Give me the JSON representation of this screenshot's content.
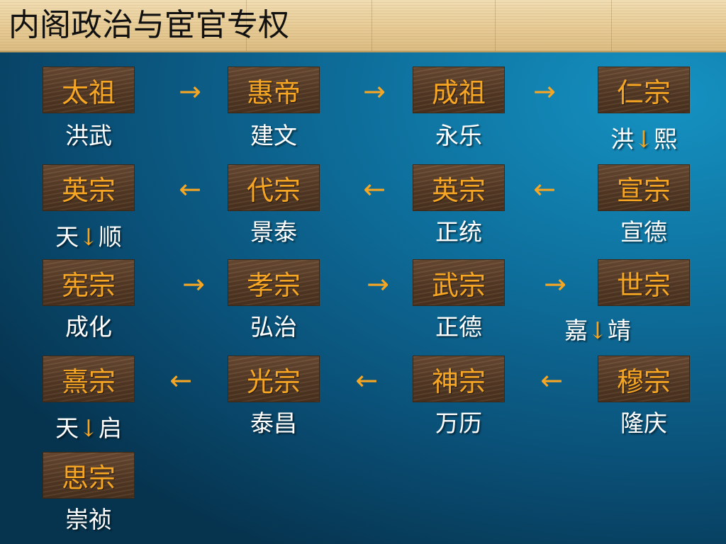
{
  "title": "内阁政治与宦官专权",
  "arrows": {
    "right": "→",
    "left": "←",
    "down": "↓"
  },
  "emperors": [
    {
      "name": "太祖",
      "era": "洪武",
      "era_a": "",
      "era_b": ""
    },
    {
      "name": "惠帝",
      "era": "建文",
      "era_a": "",
      "era_b": ""
    },
    {
      "name": "成祖",
      "era": "永乐",
      "era_a": "",
      "era_b": ""
    },
    {
      "name": "仁宗",
      "era": "",
      "era_a": "洪",
      "era_b": "熙"
    },
    {
      "name": "宣宗",
      "era": "宣德",
      "era_a": "",
      "era_b": ""
    },
    {
      "name": "英宗",
      "era": "正统",
      "era_a": "",
      "era_b": ""
    },
    {
      "name": "代宗",
      "era": "景泰",
      "era_a": "",
      "era_b": ""
    },
    {
      "name": "英宗",
      "era": "",
      "era_a": "天",
      "era_b": "顺"
    },
    {
      "name": "宪宗",
      "era": "成化",
      "era_a": "",
      "era_b": ""
    },
    {
      "name": "孝宗",
      "era": "弘治",
      "era_a": "",
      "era_b": ""
    },
    {
      "name": "武宗",
      "era": "正德",
      "era_a": "",
      "era_b": ""
    },
    {
      "name": "世宗",
      "era": "",
      "era_a": "嘉",
      "era_b": "靖"
    },
    {
      "name": "穆宗",
      "era": "隆庆",
      "era_a": "",
      "era_b": ""
    },
    {
      "name": "神宗",
      "era": "万历",
      "era_a": "",
      "era_b": ""
    },
    {
      "name": "光宗",
      "era": "泰昌",
      "era_a": "",
      "era_b": ""
    },
    {
      "name": "熹宗",
      "era": "",
      "era_a": "天",
      "era_b": "启"
    },
    {
      "name": "思宗",
      "era": "崇祯",
      "era_a": "",
      "era_b": ""
    }
  ]
}
